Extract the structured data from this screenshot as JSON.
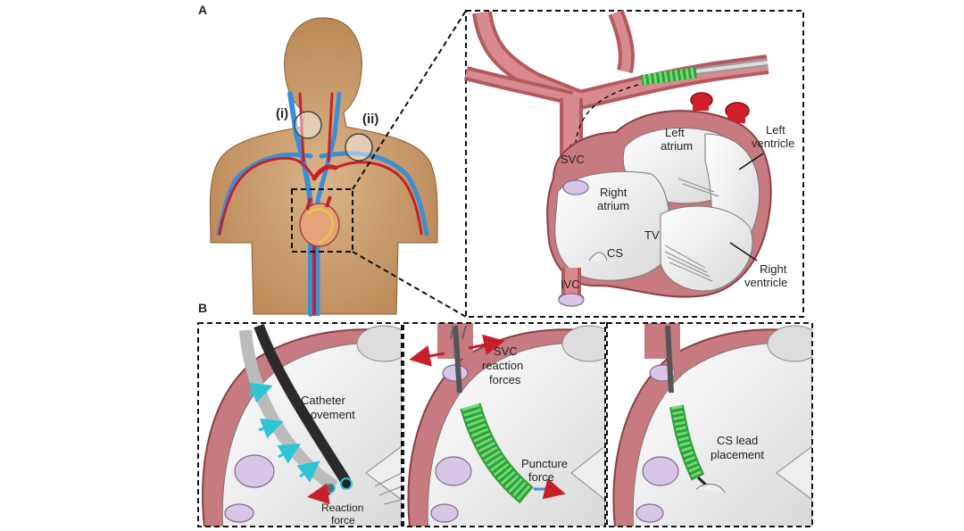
{
  "panel_a": {
    "letter": "A",
    "marker_i": "(i)",
    "marker_ii": "(ii)",
    "heart_labels": {
      "svc": "SVC",
      "ivc": "IVC",
      "left_atrium_1": "Left",
      "left_atrium_2": "atrium",
      "left_ventricle_1": "Left",
      "left_ventricle_2": "ventricle",
      "right_atrium_1": "Right",
      "right_atrium_2": "atrium",
      "right_ventricle_1": "Right",
      "right_ventricle_2": "ventricle",
      "tv": "TV",
      "cs": "CS"
    }
  },
  "panel_b": {
    "letter": "B",
    "step1": {
      "label_1": "Catheter",
      "label_2": "movement",
      "reaction_1": "Reaction",
      "reaction_2": "force"
    },
    "step2": {
      "svc_1": "SVC",
      "svc_2": "reaction",
      "svc_3": "forces",
      "puncture_1": "Puncture",
      "puncture_2": "force"
    },
    "step3": {
      "label_1": "CS lead",
      "label_2": "placement"
    }
  },
  "colors": {
    "skin": "#c4935e",
    "vessel_wall": "#c8767a",
    "vein": "#3a8fd6",
    "artery": "#c8202a",
    "coil": "#3bb54a",
    "arrow": "#c8202a",
    "cyan_arrow": "#2ec4d6"
  }
}
